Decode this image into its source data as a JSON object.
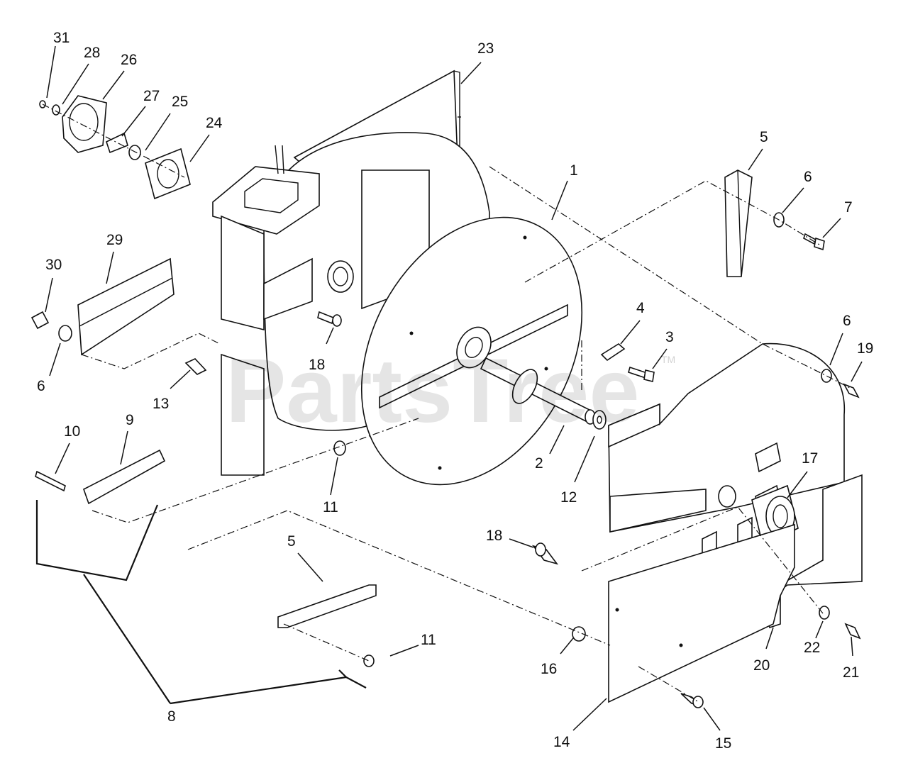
{
  "watermark": {
    "text": "PartsTree",
    "trademark": "TM"
  },
  "callouts": [
    {
      "id": "c31",
      "label": "31"
    },
    {
      "id": "c28",
      "label": "28"
    },
    {
      "id": "c26",
      "label": "26"
    },
    {
      "id": "c27",
      "label": "27"
    },
    {
      "id": "c25",
      "label": "25"
    },
    {
      "id": "c24",
      "label": "24"
    },
    {
      "id": "c23",
      "label": "23"
    },
    {
      "id": "c1",
      "label": "1"
    },
    {
      "id": "c5a",
      "label": "5"
    },
    {
      "id": "c6a",
      "label": "6"
    },
    {
      "id": "c7",
      "label": "7"
    },
    {
      "id": "c29",
      "label": "29"
    },
    {
      "id": "c30",
      "label": "30"
    },
    {
      "id": "c6b",
      "label": "6"
    },
    {
      "id": "c4",
      "label": "4"
    },
    {
      "id": "c3",
      "label": "3"
    },
    {
      "id": "c18a",
      "label": "18"
    },
    {
      "id": "c6c",
      "label": "6"
    },
    {
      "id": "c19",
      "label": "19"
    },
    {
      "id": "c13",
      "label": "13"
    },
    {
      "id": "c10",
      "label": "10"
    },
    {
      "id": "c9",
      "label": "9"
    },
    {
      "id": "c2",
      "label": "2"
    },
    {
      "id": "c17",
      "label": "17"
    },
    {
      "id": "c12",
      "label": "12"
    },
    {
      "id": "c11a",
      "label": "11"
    },
    {
      "id": "c18b",
      "label": "18"
    },
    {
      "id": "c5b",
      "label": "5"
    },
    {
      "id": "c11b",
      "label": "11"
    },
    {
      "id": "c20",
      "label": "20"
    },
    {
      "id": "c22",
      "label": "22"
    },
    {
      "id": "c16",
      "label": "16"
    },
    {
      "id": "c21",
      "label": "21"
    },
    {
      "id": "c8",
      "label": "8"
    },
    {
      "id": "c14",
      "label": "14"
    },
    {
      "id": "c15",
      "label": "15"
    }
  ]
}
